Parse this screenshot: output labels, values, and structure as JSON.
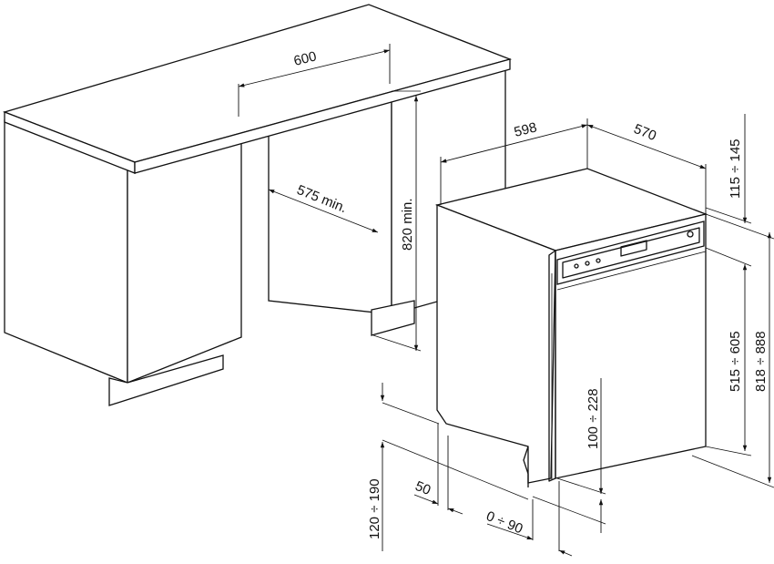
{
  "title": "Built-in dishwasher installation dimensions",
  "dimensions": {
    "niche_width": "600",
    "niche_depth": "575 min.",
    "niche_height": "820 min.",
    "appliance_width": "598",
    "appliance_depth": "570",
    "top_gap": "115 ÷ 145",
    "door_panel_height": "515 ÷ 605",
    "total_height": "818 ÷ 888",
    "plinth_gap": "100 ÷ 228",
    "plinth_height": "120 ÷ 190",
    "plinth_recess": "50",
    "plinth_offset": "0 ÷ 90"
  }
}
